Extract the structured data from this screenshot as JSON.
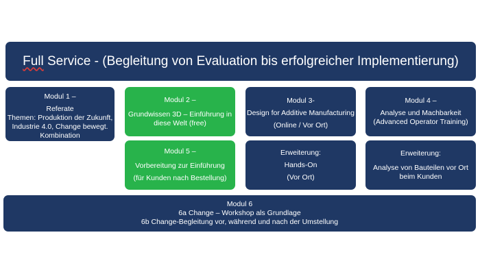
{
  "header": {
    "title_part1": "Full",
    "title_part2": " Service - (Begleitung von Evaluation bis erfolgreicher Implementierung)"
  },
  "modul1": {
    "title": "Modul 1 –",
    "lines": [
      "Referate",
      "Themen: Produktion der Zukunft,",
      "Industrie 4.0, Change bewegt.",
      "Kombination"
    ]
  },
  "modul2": {
    "title": "Modul 2 –",
    "lines": [
      "Grundwissen 3D – Einführung in",
      "diese Welt (free)"
    ]
  },
  "modul3": {
    "title": "Modul 3-",
    "lines": [
      "Design for Additive Manufacturing",
      "(Online / Vor Ort)"
    ]
  },
  "modul4": {
    "title": "Modul 4 –",
    "lines": [
      "Analyse und Machbarkeit",
      "(Advanced Operator Training)"
    ]
  },
  "modul5": {
    "title": "Modul 5 –",
    "lines": [
      "Vorbereitung zur Einführung",
      "(für Kunden nach Bestellung)"
    ]
  },
  "erweiterung3": {
    "title": "Erweiterung:",
    "lines": [
      "Hands-On",
      "(Vor Ort)"
    ]
  },
  "erweiterung4": {
    "title": "Erweiterung:",
    "lines": [
      "Analyse von Bauteilen vor Ort",
      "beim Kunden"
    ]
  },
  "modul6": {
    "title": "Modul 6",
    "lines": [
      "6a Change – Workshop als Grundlage",
      "6b Change-Begleitung vor, während und nach der Umstellung"
    ]
  }
}
